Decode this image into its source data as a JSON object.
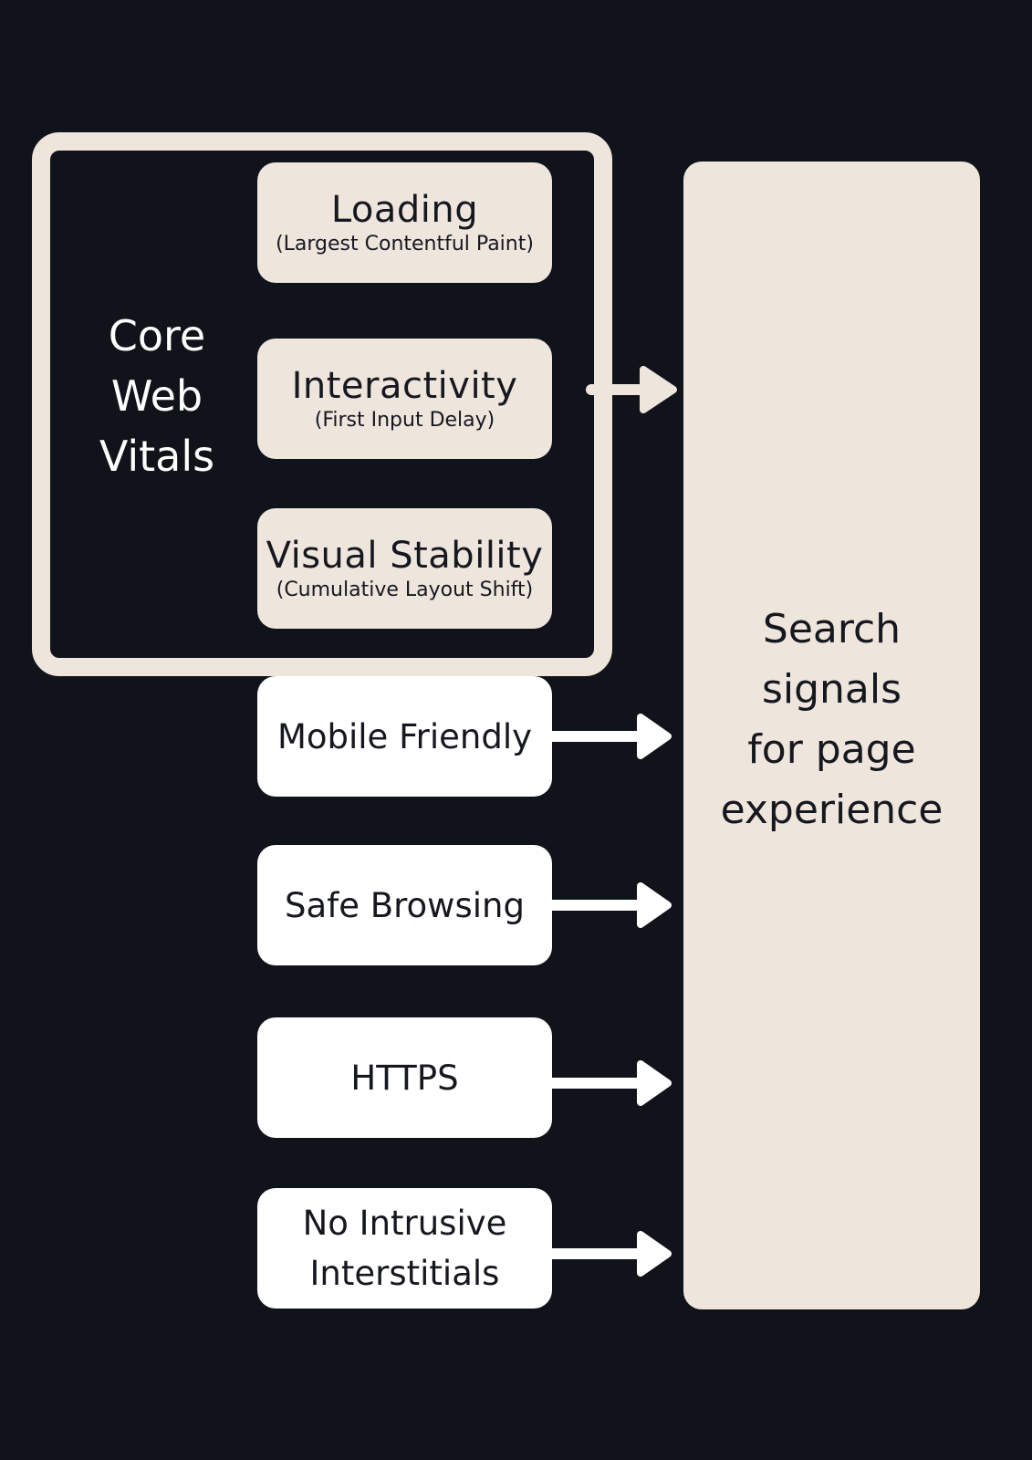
{
  "core_web_vitals": {
    "label_lines": [
      "Core",
      "Web",
      "Vitals"
    ],
    "metrics": [
      {
        "title": "Loading",
        "subtitle": "(Largest Contentful Paint)"
      },
      {
        "title": "Interactivity",
        "subtitle": "(First Input Delay)"
      },
      {
        "title": "Visual Stability",
        "subtitle": "(Cumulative Layout Shift)"
      }
    ]
  },
  "signals": [
    {
      "lines": [
        "Mobile Friendly"
      ]
    },
    {
      "lines": [
        "Safe Browsing"
      ]
    },
    {
      "lines": [
        "HTTPS"
      ]
    },
    {
      "lines": [
        "No Intrusive",
        "Interstitials"
      ]
    }
  ],
  "target": {
    "lines": [
      "Search",
      "signals",
      "for page",
      "experience"
    ]
  },
  "colors": {
    "background": "#11131b",
    "panel": "#eee5dd",
    "box": "#ffffff",
    "text_dark": "#16181f",
    "text_light": "#ffffff"
  }
}
